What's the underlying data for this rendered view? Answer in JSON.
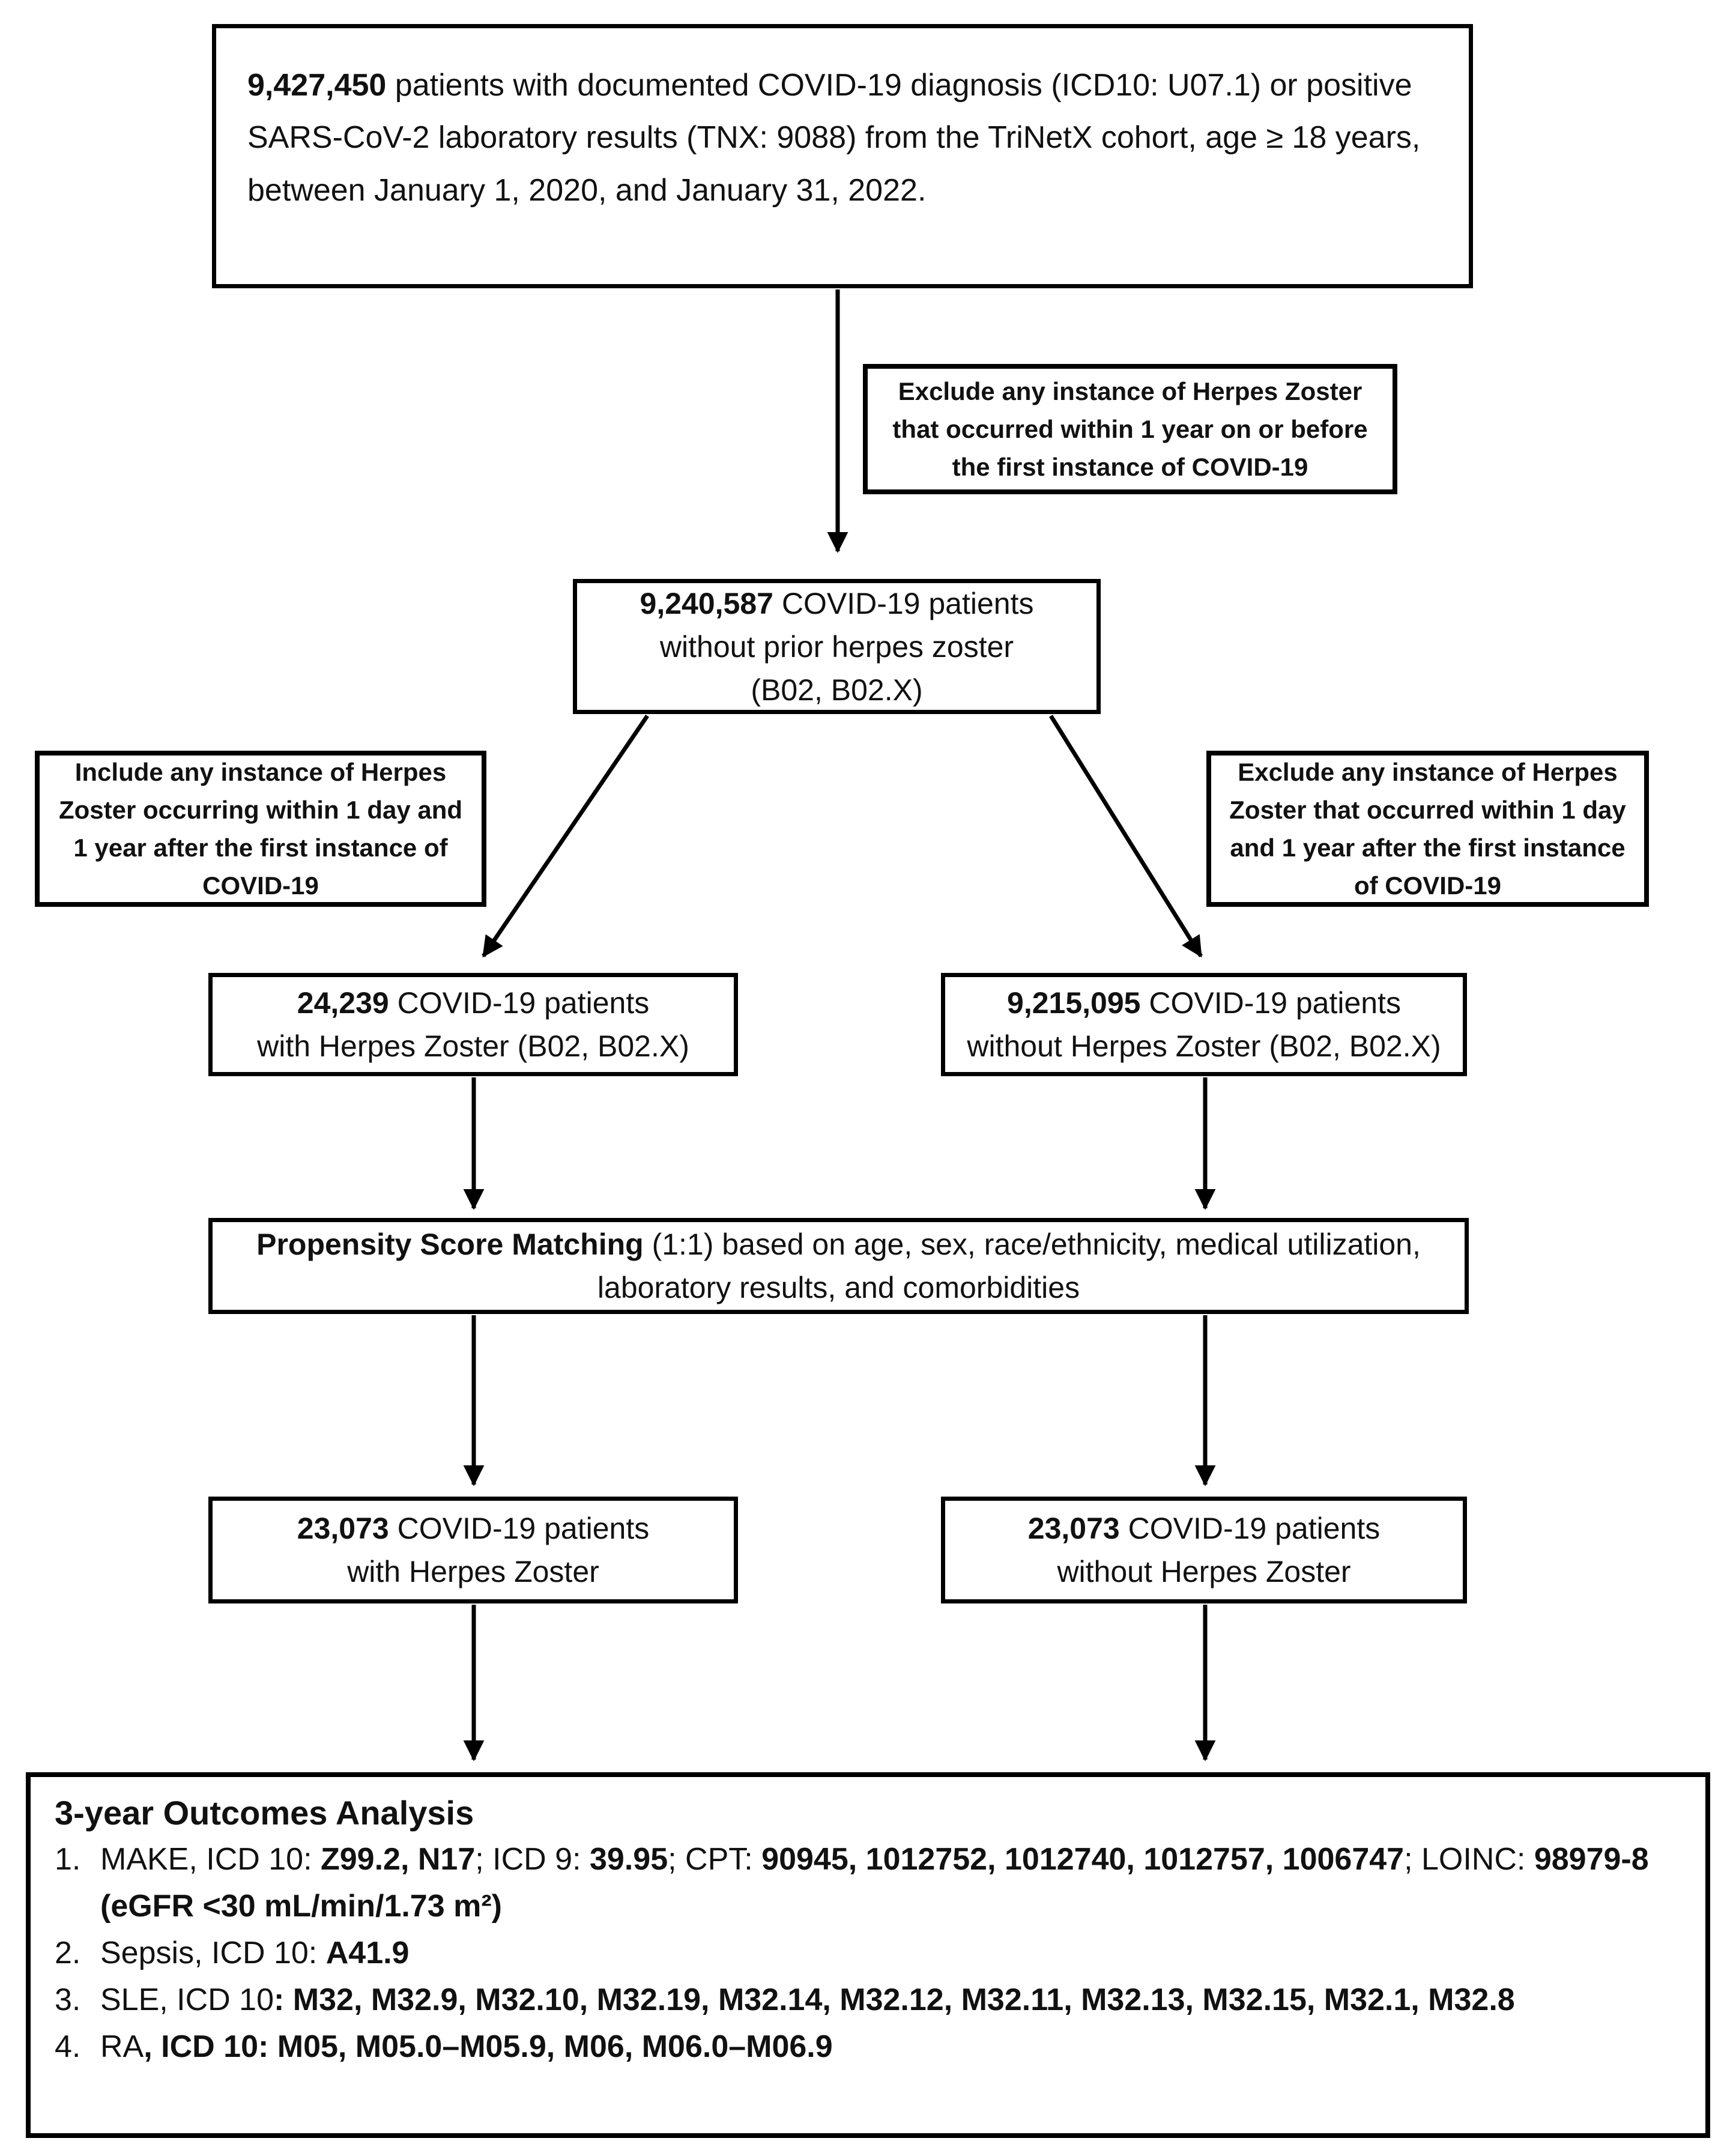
{
  "flow": {
    "cohort_box": {
      "number": "9,427,450",
      "rest": " patients with documented COVID-19 diagnosis (ICD10: U07.1) or positive SARS-CoV-2 laboratory results (TNX: 9088) from the TriNetX cohort, age ≥ 18 years, between January 1, 2020, and January 31, 2022."
    },
    "exclude_prior_note": "Exclude any instance of Herpes Zoster that occurred within 1 year on or before the first instance of COVID-19",
    "no_prior_box": {
      "number": "9,240,587",
      "line1_rest": " COVID-19 patients",
      "line2": "without prior herpes zoster",
      "line3": "(B02, B02.X)"
    },
    "include_note": "Include any instance of Herpes Zoster occurring within 1 day and 1 year after the first instance of COVID-19",
    "exclude_note": "Exclude any instance of Herpes Zoster that occurred within 1 day and 1 year after the first instance of COVID-19",
    "hz_box": {
      "number": "24,239",
      "line1_rest": " COVID-19 patients",
      "line2": "with Herpes Zoster (B02, B02.X)"
    },
    "no_hz_box": {
      "number": "9,215,095",
      "line1_rest": " COVID-19 patients",
      "line2": "without Herpes Zoster (B02, B02.X)"
    },
    "psm_box": {
      "bold": "Propensity Score Matching",
      "rest": " (1:1) based on age, sex, race/ethnicity, medical utilization, laboratory results, and comorbidities"
    },
    "matched_hz_box": {
      "number": "23,073",
      "line1_rest": " COVID-19 patients",
      "line2": "with Herpes Zoster"
    },
    "matched_no_hz_box": {
      "number": "23,073",
      "line1_rest": " COVID-19 patients",
      "line2": "without Herpes Zoster"
    },
    "outcomes_box": {
      "heading": "3-year Outcomes Analysis",
      "items": [
        {
          "num": "1.",
          "segs": [
            "MAKE, ICD 10: ",
            "Z99.2, N17",
            "; ICD 9: ",
            "39.95",
            "; CPT: ",
            "90945, 1012752, 1012740, 1012757, 1006747",
            "; LOINC: ",
            "98979-8 (eGFR <30 mL/min/1.73 m²)"
          ]
        },
        {
          "num": "2.",
          "segs": [
            "Sepsis, ICD 10: ",
            "A41.9"
          ]
        },
        {
          "num": "3.",
          "segs": [
            "SLE, ICD 10",
            ": M32, M32.9, M32.10, M32.19, M32.14, M32.12, M32.11, M32.13, M32.15, M32.1, M32.8"
          ]
        },
        {
          "num": "4.",
          "segs": [
            "RA",
            ", ICD 10: M05, M05.0–M05.9, M06, M06.0–M06.9"
          ]
        }
      ]
    }
  },
  "colors": {
    "border": "#000000",
    "text": "#111111",
    "background": "#ffffff"
  }
}
